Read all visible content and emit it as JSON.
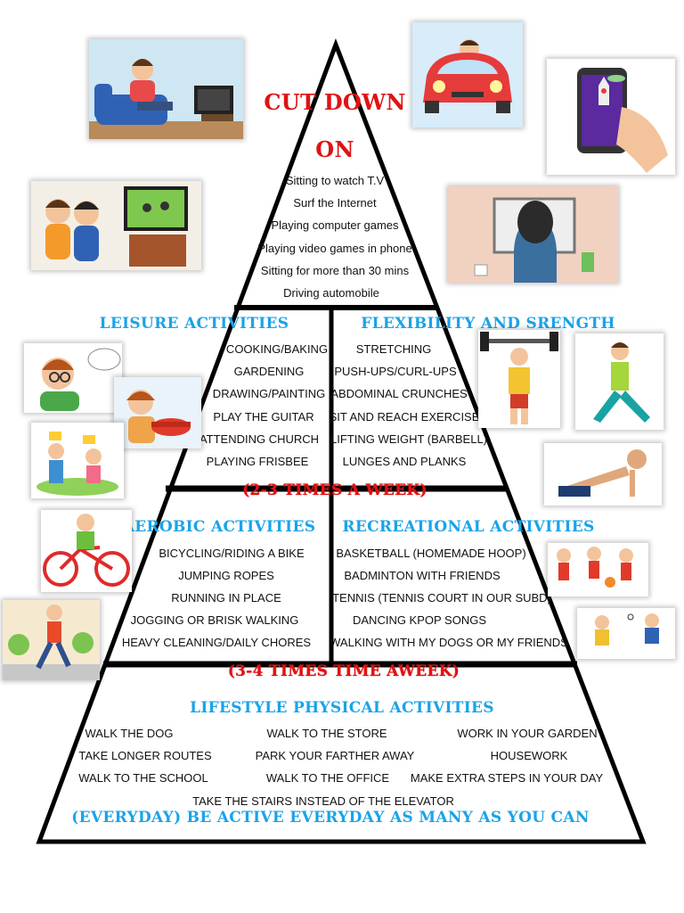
{
  "top": {
    "heading_line1": "CUT DOWN",
    "heading_line2": "ON",
    "items": [
      "Sitting to watch T.V",
      "Surf the Internet",
      "Playing computer games",
      "Playing video games in phone",
      "Sitting for more than 30 mins",
      "Driving automobile"
    ]
  },
  "leisure": {
    "heading": "LEISURE ACTIVITIES",
    "items": [
      "COOKING/BAKING",
      "GARDENING",
      "DRAWING/PAINTING",
      "PLAY THE GUITAR",
      "ATTENDING CHURCH",
      "PLAYING FRISBEE"
    ]
  },
  "flexibility": {
    "heading": "FLEXIBILITY AND SRENGTH",
    "items": [
      "STRETCHING",
      "PUSH-UPS/CURL-UPS",
      "ABDOMINAL CRUNCHES",
      "SIT AND REACH EXERCISE",
      "LIFTING WEIGHT (BARBELL)",
      "LUNGES AND PLANKS"
    ]
  },
  "tier2_frequency": "(2-3 TIMES A WEEK)",
  "aerobic": {
    "heading": "AEROBIC ACTIVITIES",
    "items": [
      "BICYCLING/RIDING A BIKE",
      "JUMPING ROPES",
      "RUNNING IN PLACE",
      "JOGGING OR BRISK WALKING",
      "HEAVY CLEANING/DAILY CHORES"
    ]
  },
  "recreational": {
    "heading": "RECREATIONAL ACTIVITIES",
    "items": [
      "BASKETBALL (HOMEMADE HOOP)",
      "BADMINTON WITH FRIENDS",
      "TENNIS (TENNIS COURT IN OUR SUBD)",
      "DANCING KPOP SONGS",
      "WALKING WITH MY DOGS OR MY FRIENDS"
    ]
  },
  "tier3_frequency": "(3-4 TIMES TIME AWEEK)",
  "lifestyle": {
    "heading": "LIFESTYLE PHYSICAL ACTIVITIES",
    "col1": [
      "WALK THE DOG",
      "TAKE LONGER ROUTES",
      "WALK TO THE SCHOOL"
    ],
    "col2": [
      "WALK TO THE STORE",
      "PARK YOUR FARTHER AWAY",
      "WALK TO THE OFFICE"
    ],
    "col3": [
      "WORK IN YOUR GARDEN",
      "HOUSEWORK",
      "MAKE EXTRA STEPS IN YOUR DAY"
    ],
    "bottom_item": "TAKE THE STAIRS INSTEAD OF THE ELEVATOR",
    "footer": "(EVERYDAY) BE ACTIVE EVERYDAY AS MANY AS YOU CAN"
  },
  "colors": {
    "heading_blue": "#1aa3e8",
    "heading_red": "#e01212",
    "outline": "#000000"
  },
  "illustrations": [
    "man-watching-tv-illustration",
    "man-driving-car-illustration",
    "phone-game-illustration",
    "kids-playing-video-game-illustration",
    "person-at-computer-illustration",
    "boy-drawing-illustration",
    "girl-cooking-illustration",
    "kids-gardening-illustration",
    "boy-lifting-barbell-illustration",
    "man-stretching-illustration",
    "man-doing-pushups-illustration",
    "boy-riding-bike-illustration",
    "man-jogging-illustration",
    "kids-basketball-illustration",
    "kids-badminton-illustration"
  ]
}
